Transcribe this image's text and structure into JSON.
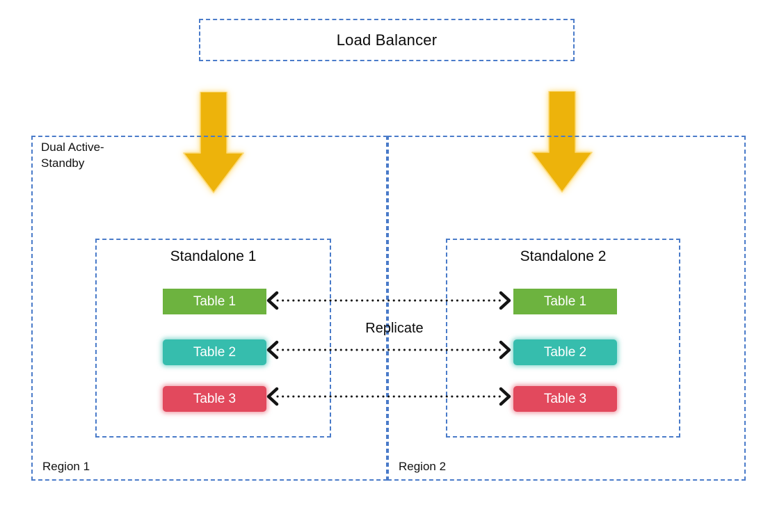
{
  "load_balancer": {
    "label": "Load Balancer"
  },
  "replication": {
    "label": "Replicate"
  },
  "regions": {
    "region1": {
      "mode_label": "Dual Active-Standby",
      "name": "Region 1",
      "standalone": {
        "title": "Standalone 1",
        "tables": [
          {
            "label": "Table 1",
            "color": "#6DB33F"
          },
          {
            "label": "Table 2",
            "color": "#36BDAD"
          },
          {
            "label": "Table 3",
            "color": "#E2495D"
          }
        ]
      }
    },
    "region2": {
      "name": "Region 2",
      "standalone": {
        "title": "Standalone 2",
        "tables": [
          {
            "label": "Table 1",
            "color": "#6DB33F"
          },
          {
            "label": "Table 2",
            "color": "#36BDAD"
          },
          {
            "label": "Table 3",
            "color": "#E2495D"
          }
        ]
      }
    }
  },
  "colors": {
    "dashed_border": "#4A7BC9",
    "down_arrow": "#EDB30B",
    "down_arrow_glow": "#FFE08A",
    "table_green": "#6DB33F",
    "table_teal": "#36BDAD",
    "table_red": "#E2495D",
    "replicate_arrow": "#141414",
    "text": "#0B0B0B"
  }
}
